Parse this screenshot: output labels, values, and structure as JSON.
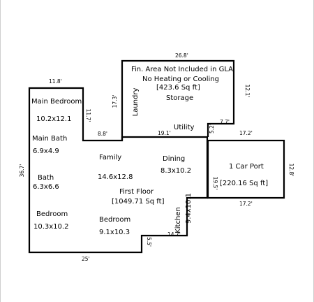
{
  "rooms": {
    "main_bedroom": {
      "label": "Main Bedroom",
      "size": "10.2x12.1"
    },
    "main_bath": {
      "label": "Main Bath",
      "size": "6.9x4.9"
    },
    "bath": {
      "label": "Bath",
      "size": "6.3x6.6"
    },
    "bedroom_left": {
      "label": "Bedroom",
      "size": "10.3x10.2"
    },
    "family": {
      "label": "Family",
      "size": "14.6x12.8"
    },
    "dining": {
      "label": "Dining",
      "size": "8.3x10.2"
    },
    "bedroom_center": {
      "label": "Bedroom",
      "size": "9.1x10.3"
    },
    "kitchen": {
      "label": "Kitchen",
      "size": "9.4x10.1"
    },
    "laundry": {
      "label": "Laundry"
    },
    "storage": {
      "label": "Storage"
    },
    "utility": {
      "label": "Utility"
    },
    "first_floor": {
      "label": "First Floor",
      "area": "[1049.71 Sq ft]"
    },
    "car_port": {
      "label": "1 Car Port",
      "area": "[220.16 Sq ft]"
    }
  },
  "notes": {
    "line1": "Fin. Area Not Included in GLA",
    "line2": "No Heating or Cooling",
    "line3": "[423.6 Sq ft]"
  },
  "dimensions": {
    "main_bedroom_top": "11.8'",
    "main_bedroom_right": "11.7'",
    "step_88": "8.8'",
    "laundry_height": "17.3'",
    "storage_top": "26.8'",
    "storage_right": "12.1'",
    "utility_bottom": "19.1'",
    "small_77": "7.7'",
    "small_52": "5.2'",
    "carport_top": "17.2'",
    "carport_right": "12.8'",
    "carport_left": "19.5'",
    "carport_bottom": "17.2'",
    "left_height": "36.7'",
    "bottom_width": "25'",
    "step_55": "5.5'",
    "bottom_right": "14.7'"
  }
}
